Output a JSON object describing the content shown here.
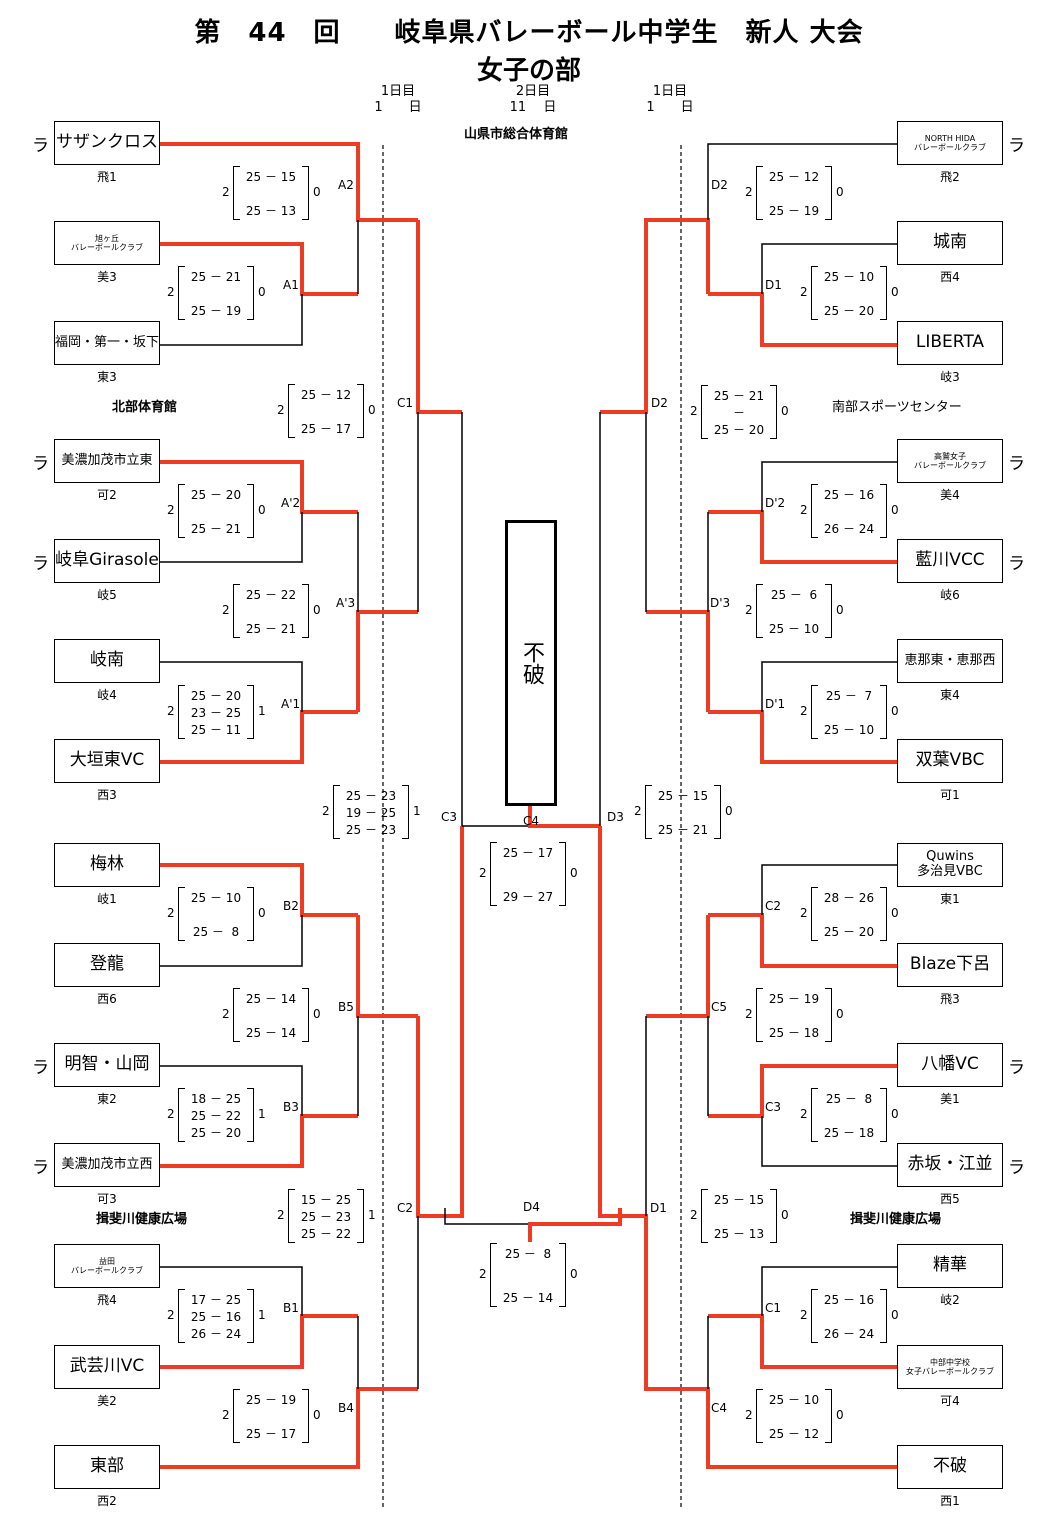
{
  "header": {
    "title": "第　44　回　　岐阜県バレーボール中学生　新人 大会",
    "subtitle": "女子の部",
    "days": [
      {
        "label": "1日目",
        "date": "1　　日"
      },
      {
        "label": "2日目",
        "date": "11　 日"
      },
      {
        "label": "1日目",
        "date": "1　　日"
      }
    ],
    "center_venue": "山県市総合体育館"
  },
  "venues": {
    "left_top": "北部体育館",
    "left_bottom": "揖斐川健康広場",
    "right_top": "南部スポーツセンター",
    "right_bottom": "揖斐川健康広場"
  },
  "colors": {
    "winner_line": "#EE3B24",
    "line": "#000000"
  },
  "teams_left": [
    {
      "name": "サザンクロス",
      "seed": "飛1",
      "mark": "ラ",
      "size": "l"
    },
    {
      "name": "旭ヶ丘\nバレーボールクラブ",
      "seed": "美3",
      "mark": "",
      "size": "s"
    },
    {
      "name": "福岡・第一・坂下",
      "seed": "東3",
      "mark": "",
      "size": "m"
    },
    {
      "name": "美濃加茂市立東",
      "seed": "可2",
      "mark": "ラ",
      "size": "m"
    },
    {
      "name": "岐阜Girasole",
      "seed": "岐5",
      "mark": "ラ",
      "size": "l"
    },
    {
      "name": "岐南",
      "seed": "岐4",
      "mark": "",
      "size": "l"
    },
    {
      "name": "大垣東VC",
      "seed": "西3",
      "mark": "",
      "size": "l"
    },
    {
      "name": "梅林",
      "seed": "岐1",
      "mark": "",
      "size": "l"
    },
    {
      "name": "登龍",
      "seed": "西6",
      "mark": "",
      "size": "l"
    },
    {
      "name": "明智・山岡",
      "seed": "東2",
      "mark": "ラ",
      "size": "l"
    },
    {
      "name": "美濃加茂市立西",
      "seed": "可3",
      "mark": "ラ",
      "size": "m"
    },
    {
      "name": "益田\nバレーボールクラブ",
      "seed": "飛4",
      "mark": "",
      "size": "s"
    },
    {
      "name": "武芸川VC",
      "seed": "美2",
      "mark": "",
      "size": "l"
    },
    {
      "name": "東部",
      "seed": "西2",
      "mark": "",
      "size": "l"
    }
  ],
  "teams_right": [
    {
      "name": "NORTH HIDA\nバレーボールクラブ",
      "seed": "飛2",
      "mark": "ラ",
      "size": "s"
    },
    {
      "name": "城南",
      "seed": "西4",
      "mark": "",
      "size": "l"
    },
    {
      "name": "LIBERTA",
      "seed": "岐3",
      "mark": "",
      "size": "l"
    },
    {
      "name": "高鷲女子\nバレーボールクラブ",
      "seed": "美4",
      "mark": "ラ",
      "size": "s"
    },
    {
      "name": "藍川VCC",
      "seed": "岐6",
      "mark": "ラ",
      "size": "l"
    },
    {
      "name": "恵那東・恵那西",
      "seed": "東4",
      "mark": "",
      "size": "m"
    },
    {
      "name": "双葉VBC",
      "seed": "可1",
      "mark": "",
      "size": "l"
    },
    {
      "name": "Quwins\n多治見VBC",
      "seed": "東1",
      "mark": "",
      "size": "m"
    },
    {
      "name": "Blaze下呂",
      "seed": "飛3",
      "mark": "",
      "size": "l"
    },
    {
      "name": "八幡VC",
      "seed": "美1",
      "mark": "ラ",
      "size": "l"
    },
    {
      "name": "赤坂・江並",
      "seed": "西5",
      "mark": "ラ",
      "size": "l"
    },
    {
      "name": "精華",
      "seed": "岐2",
      "mark": "",
      "size": "l"
    },
    {
      "name": "中部中学校\n女子バレーボールクラブ",
      "seed": "可4",
      "mark": "",
      "size": "s"
    },
    {
      "name": "不破",
      "seed": "西1",
      "mark": "",
      "size": "l"
    }
  ],
  "matches": [
    {
      "id": "A2",
      "w": 2,
      "l": 0,
      "sets": [
        "25 － 15",
        "",
        "25 － 13"
      ]
    },
    {
      "id": "A1",
      "w": 2,
      "l": 0,
      "sets": [
        "25 － 21",
        "",
        "25 － 19"
      ]
    },
    {
      "id": "C1",
      "w": 2,
      "l": 0,
      "sets": [
        "25 － 12",
        "",
        "25 － 17"
      ]
    },
    {
      "id": "A'2",
      "w": 2,
      "l": 0,
      "sets": [
        "25 － 20",
        "",
        "25 － 21"
      ]
    },
    {
      "id": "A'3",
      "w": 2,
      "l": 0,
      "sets": [
        "25 － 22",
        "",
        "25 － 21"
      ]
    },
    {
      "id": "A'1",
      "w": 2,
      "l": 1,
      "sets": [
        "25 － 20",
        "23 － 25",
        "25 － 11"
      ]
    },
    {
      "id": "C3",
      "w": 2,
      "l": 1,
      "sets": [
        "25 － 23",
        "19 － 25",
        "25 － 23"
      ]
    },
    {
      "id": "B2",
      "w": 2,
      "l": 0,
      "sets": [
        "25 － 10",
        "",
        "25 －  8"
      ]
    },
    {
      "id": "B5",
      "w": 2,
      "l": 0,
      "sets": [
        "25 － 14",
        "",
        "25 － 14"
      ]
    },
    {
      "id": "B3",
      "w": 2,
      "l": 1,
      "sets": [
        "18 － 25",
        "25 － 22",
        "25 － 20"
      ]
    },
    {
      "id": "C2",
      "w": 2,
      "l": 1,
      "sets": [
        "15 － 25",
        "25 － 23",
        "25 － 22"
      ]
    },
    {
      "id": "B1",
      "w": 2,
      "l": 1,
      "sets": [
        "17 － 25",
        "25 － 16",
        "26 － 24"
      ]
    },
    {
      "id": "B4",
      "w": 2,
      "l": 0,
      "sets": [
        "25 － 19",
        "",
        "25 － 17"
      ]
    },
    {
      "id": "C4",
      "w": 2,
      "l": 0,
      "sets": [
        "25 － 17",
        "",
        "29 － 27"
      ]
    },
    {
      "id": "D4",
      "w": 2,
      "l": 0,
      "sets": [
        "25 －  8",
        "",
        "25 － 14"
      ]
    },
    {
      "id": "D2",
      "w": 2,
      "l": 0,
      "sets": [
        "25 － 12",
        "",
        "25 － 19"
      ]
    },
    {
      "id": "D1",
      "w": 2,
      "l": 0,
      "sets": [
        "25 － 10",
        "",
        "25 － 20"
      ]
    },
    {
      "id": "D2",
      "w": 2,
      "l": 0,
      "sets": [
        "25 － 21",
        "－",
        "25 － 20"
      ]
    },
    {
      "id": "D'2",
      "w": 2,
      "l": 0,
      "sets": [
        "25 － 16",
        "",
        "26 － 24"
      ]
    },
    {
      "id": "D'3",
      "w": 2,
      "l": 0,
      "sets": [
        "25 －  6",
        "",
        "25 － 10"
      ]
    },
    {
      "id": "D'1",
      "w": 2,
      "l": 0,
      "sets": [
        "25 －  7",
        "",
        "25 － 10"
      ]
    },
    {
      "id": "D3",
      "w": 2,
      "l": 0,
      "sets": [
        "25 － 15",
        "",
        "25 － 21"
      ]
    },
    {
      "id": "C2",
      "w": 2,
      "l": 0,
      "sets": [
        "28 － 26",
        "",
        "25 － 20"
      ]
    },
    {
      "id": "C5",
      "w": 2,
      "l": 0,
      "sets": [
        "25 － 19",
        "",
        "25 － 18"
      ]
    },
    {
      "id": "C3",
      "w": 2,
      "l": 0,
      "sets": [
        "25 －  8",
        "",
        "25 － 18"
      ]
    },
    {
      "id": "D1",
      "w": 2,
      "l": 0,
      "sets": [
        "25 － 15",
        "",
        "25 － 13"
      ]
    },
    {
      "id": "C1",
      "w": 2,
      "l": 0,
      "sets": [
        "25 － 16",
        "",
        "26 － 24"
      ]
    },
    {
      "id": "C4",
      "w": 2,
      "l": 0,
      "sets": [
        "25 － 10",
        "",
        "25 － 12"
      ]
    }
  ],
  "champion": "不破"
}
